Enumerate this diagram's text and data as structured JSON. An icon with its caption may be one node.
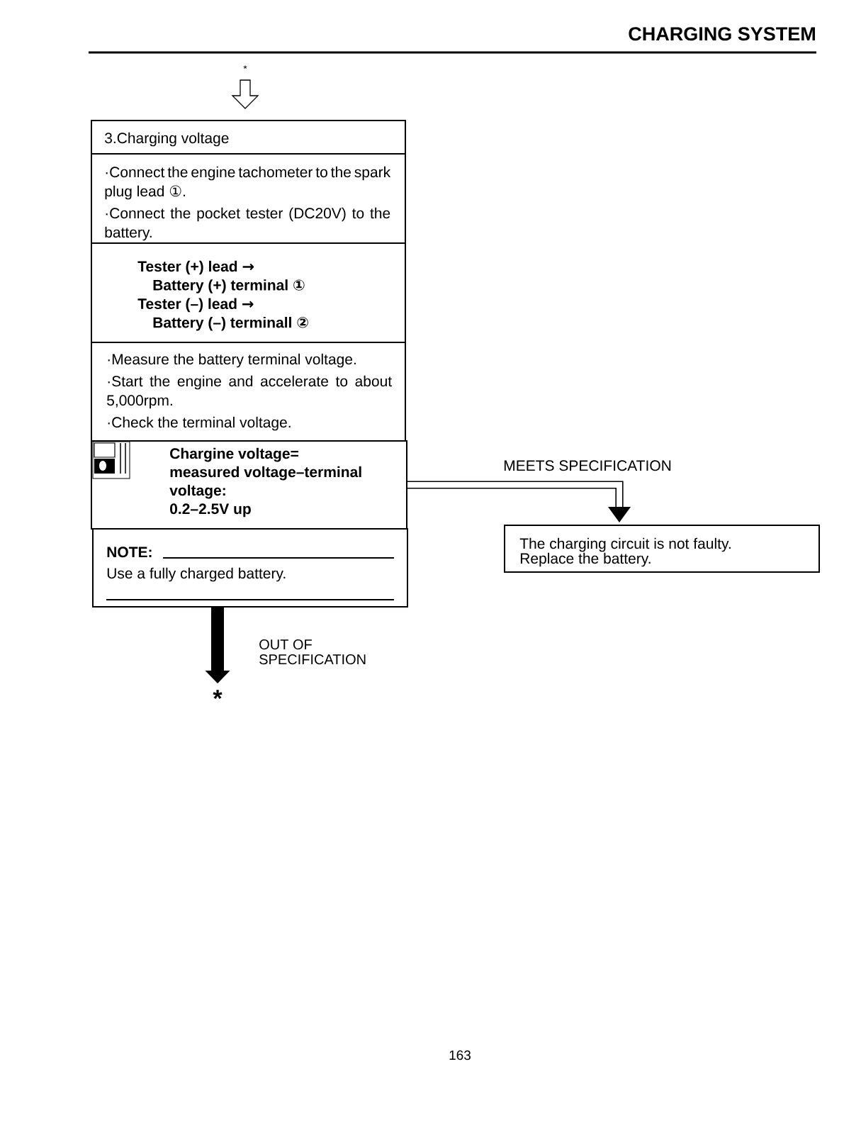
{
  "diagram": {
    "title": "CHARGING SYSTEM",
    "nodes": [
      {
        "text": [
          "*"
        ]
      },
      {
        "text": [
          "3.Charging voltage"
        ]
      },
      {
        "text": [
          "·Connect the engine tachometer to the spark plug lead ①.",
          "·Connect the pocket tester (DC20V) to the battery."
        ]
      },
      {
        "text": [
          "Tester (+) lead →",
          "Battery (+) terminal ①",
          "Tester (–) lead →",
          "Battery (–) terminall ②"
        ]
      },
      {
        "text": [
          "·Measure the battery terminal voltage.",
          "·Start the engine and accelerate to about 5,000rpm.",
          "·Check the terminal voltage."
        ]
      },
      {
        "text": [
          "Chargine voltage=",
          "measured voltage–terminal voltage:",
          "0.2–2.5V up"
        ]
      },
      {
        "text": [
          "NOTE:",
          "Use a fully charged battery."
        ]
      },
      {
        "text": [
          "The charging circuit is not faulty. Replace the battery."
        ]
      },
      {
        "text": [
          "*"
        ]
      }
    ],
    "edges": [
      {
        "from": 0,
        "to": 1,
        "arrow": "to"
      },
      {
        "from": 5,
        "to": 7,
        "arrow": "to",
        "label": "MEETS SPECIFICATION"
      },
      {
        "from": 6,
        "to": 8,
        "arrow": "to",
        "label": "OUT OF SPECIFICATION"
      }
    ],
    "labels": [
      "163"
    ]
  }
}
